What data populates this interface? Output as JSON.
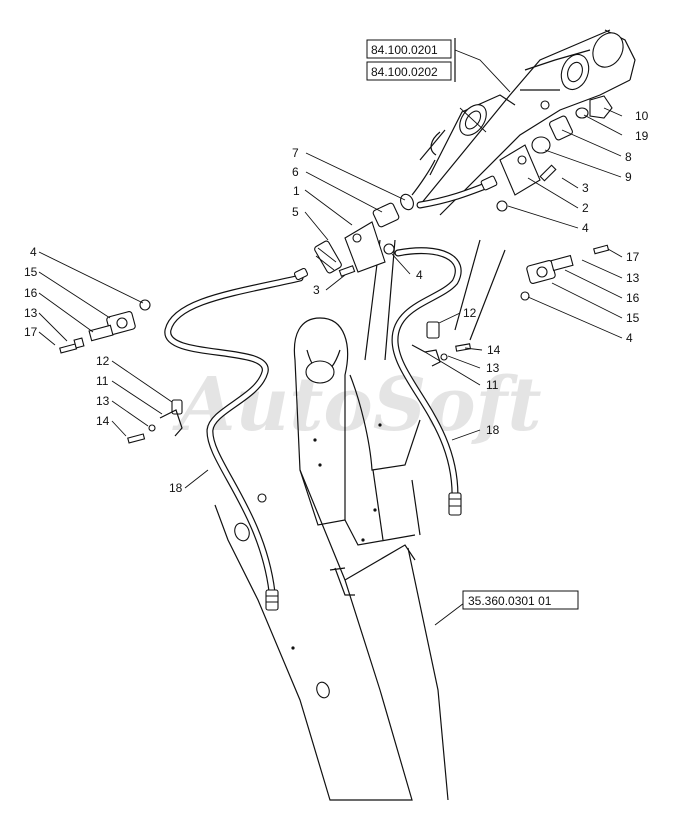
{
  "watermark": "AutoSoft",
  "references": {
    "arm_refs": [
      "84.100.0201",
      "84.100.0202"
    ],
    "boom_ref": "35.360.0301 01"
  },
  "callouts": {
    "c7": "7",
    "c6": "6",
    "c1": "1",
    "c5": "5",
    "c3a": "3",
    "c4a": "4",
    "c10": "10",
    "c19": "19",
    "c8": "8",
    "c9": "9",
    "c3b": "3",
    "c2": "2",
    "c4b": "4",
    "c4l": "4",
    "c15l": "15",
    "c16l": "16",
    "c13l": "13",
    "c17l": "17",
    "c12l": "12",
    "c11l": "11",
    "c13l2": "13",
    "c14l": "14",
    "c18l": "18",
    "c12r": "12",
    "c14r": "14",
    "c13r": "13",
    "c11r": "11",
    "c18r": "18",
    "c17r": "17",
    "c13r2": "13",
    "c16r": "16",
    "c15r": "15",
    "c4r": "4"
  }
}
